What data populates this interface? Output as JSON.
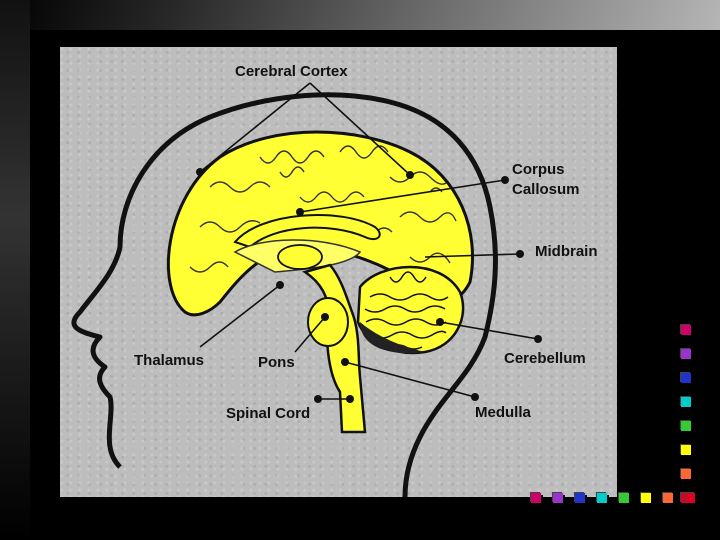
{
  "diagram": {
    "labels": {
      "cerebral_cortex": "Cerebral Cortex",
      "corpus_line1": "Corpus",
      "corpus_line2": "Callosum",
      "midbrain": "Midbrain",
      "thalamus": "Thalamus",
      "pons": "Pons",
      "cerebellum": "Cerebellum",
      "spinal_cord": "Spinal Cord",
      "medulla": "Medulla"
    },
    "colors": {
      "brain_fill": "#ffff33",
      "outline": "#111111",
      "background": "#bdbdbd"
    }
  },
  "decor": {
    "square_colors_vertical": [
      "#cc0066",
      "#9933cc",
      "#2233cc",
      "#00cccc",
      "#33cc33",
      "#ffff00",
      "#ff6633",
      "#dd0022"
    ],
    "square_colors_horizontal": [
      "#cc0066",
      "#9933cc",
      "#2233cc",
      "#00cccc",
      "#33cc33",
      "#ffff00",
      "#ff6633",
      "#dd0022"
    ]
  }
}
